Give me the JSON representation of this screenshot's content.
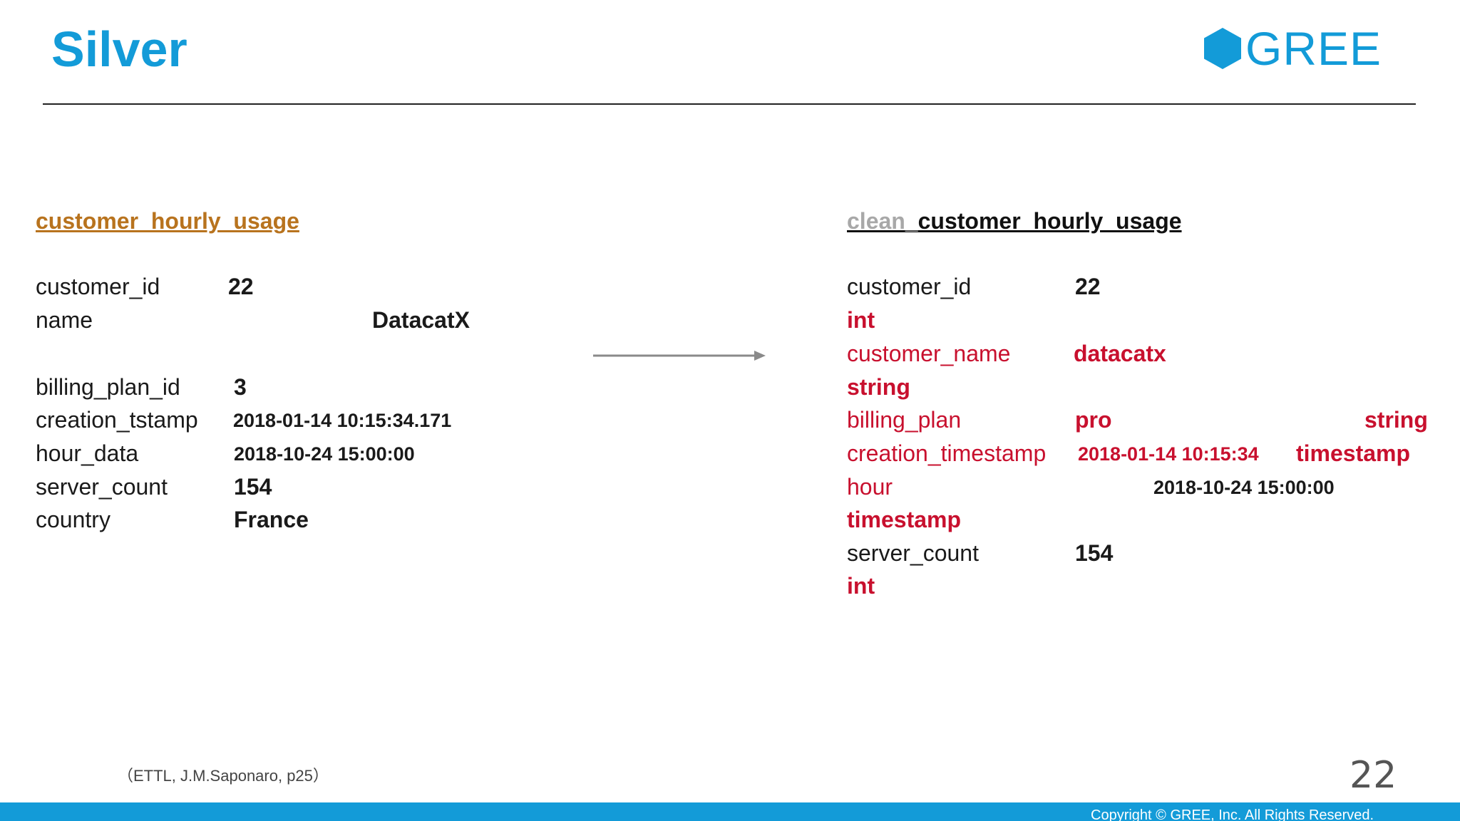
{
  "slide": {
    "title": "Silver",
    "logo_text": "GREE",
    "page_number": "22",
    "citation": "（ETTL, J.M.Saponaro, p25）",
    "copyright": "Copyright © GREE, Inc. All Rights Reserved.",
    "colors": {
      "brand": "#139bd8",
      "source_table": "#b8731e",
      "changed": "#c8102e",
      "prefix": "#a8a8a8"
    }
  },
  "source_table": {
    "name": "customer_hourly_usage",
    "rows": [
      {
        "field": "customer_id",
        "value": "22"
      },
      {
        "field": "name",
        "value": "DatacatX"
      },
      {
        "field": "billing_plan_id",
        "value": "3"
      },
      {
        "field": "creation_tstamp",
        "value": "2018-01-14 10:15:34.171"
      },
      {
        "field": "hour_data",
        "value": "2018-10-24 15:00:00"
      },
      {
        "field": "server_count",
        "value": "154"
      },
      {
        "field": "country",
        "value": "France"
      }
    ]
  },
  "clean_table": {
    "name_prefix": "clean_",
    "name": "customer_hourly_usage",
    "rows": [
      {
        "field": "customer_id",
        "value": "22",
        "type": "int"
      },
      {
        "field": "customer_name",
        "value": "datacatx",
        "type": "string"
      },
      {
        "field": "billing_plan",
        "value": "pro",
        "type": "string"
      },
      {
        "field": "creation_timestamp",
        "value": "2018-01-14 10:15:34",
        "type": "timestamp"
      },
      {
        "field": "hour",
        "value": "2018-10-24 15:00:00",
        "type": "timestamp"
      },
      {
        "field": "server_count",
        "value": "154",
        "type": "int"
      }
    ]
  },
  "icons": {
    "logo": "hexagon-logo-icon",
    "arrow": "right-arrow-icon"
  }
}
